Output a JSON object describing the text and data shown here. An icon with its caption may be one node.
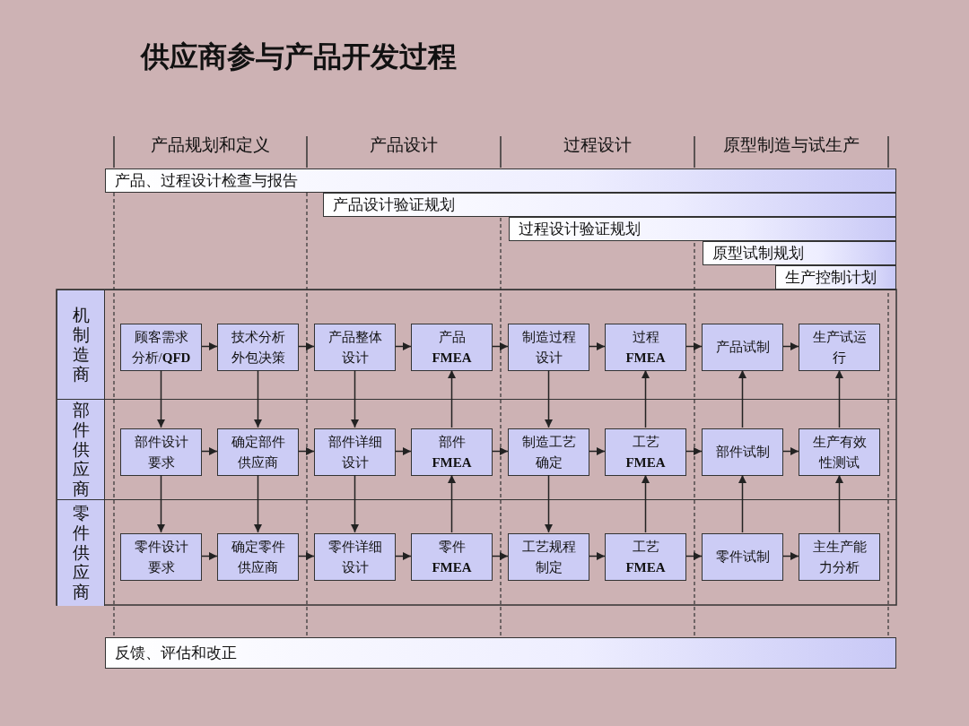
{
  "diagram": {
    "title": "供应商参与产品开发过程",
    "nodes": [
      {
        "text": [
          "产品、过程设计检查与报告"
        ]
      },
      {
        "text": [
          "产品设计验证规划"
        ]
      },
      {
        "text": [
          "过程设计验证规划"
        ]
      },
      {
        "text": [
          "原型试制规划"
        ]
      },
      {
        "text": [
          "生产控制计划"
        ]
      },
      {
        "text": [
          "机制造商"
        ]
      },
      {
        "text": [
          "顾客需求分析/QFD"
        ],
        "in": 5
      },
      {
        "text": [
          "技术分析外包决策"
        ],
        "in": 5
      },
      {
        "text": [
          "产品整体设计"
        ],
        "in": 5
      },
      {
        "text": [
          "产品FMEA"
        ],
        "in": 5
      },
      {
        "text": [
          "制造过程设计"
        ],
        "in": 5
      },
      {
        "text": [
          "过程FMEA"
        ],
        "in": 5
      },
      {
        "text": [
          "产品试制"
        ],
        "in": 5
      },
      {
        "text": [
          "生产试运行"
        ],
        "in": 5
      },
      {
        "text": [
          "部件供应商"
        ]
      },
      {
        "text": [
          "部件设计要求"
        ],
        "in": 14
      },
      {
        "text": [
          "确定部件供应商"
        ],
        "in": 14
      },
      {
        "text": [
          "部件详细设计"
        ],
        "in": 14
      },
      {
        "text": [
          "部件FMEA"
        ],
        "in": 14
      },
      {
        "text": [
          "制造工艺确定"
        ],
        "in": 14
      },
      {
        "text": [
          "工艺FMEA"
        ],
        "in": 14
      },
      {
        "text": [
          "部件试制"
        ],
        "in": 14
      },
      {
        "text": [
          "生产有效性测试"
        ],
        "in": 14
      },
      {
        "text": [
          "零件供应商"
        ]
      },
      {
        "text": [
          "零件设计要求"
        ],
        "in": 23
      },
      {
        "text": [
          "确定零件供应商"
        ],
        "in": 23
      },
      {
        "text": [
          "零件详细设计"
        ],
        "in": 23
      },
      {
        "text": [
          "零件FMEA"
        ],
        "in": 23
      },
      {
        "text": [
          "工艺规程制定"
        ],
        "in": 23
      },
      {
        "text": [
          "工艺FMEA"
        ],
        "in": 23
      },
      {
        "text": [
          "零件试制"
        ],
        "in": 23
      },
      {
        "text": [
          "主生产能力分析"
        ],
        "in": 23
      },
      {
        "text": [
          "反馈、评估和改正"
        ]
      }
    ],
    "edges": [
      {
        "from": 6,
        "to": 7,
        "arrow": "to"
      },
      {
        "from": 7,
        "to": 8,
        "arrow": "to"
      },
      {
        "from": 8,
        "to": 9,
        "arrow": "to"
      },
      {
        "from": 9,
        "to": 10,
        "arrow": "to"
      },
      {
        "from": 10,
        "to": 11,
        "arrow": "to"
      },
      {
        "from": 11,
        "to": 12,
        "arrow": "to"
      },
      {
        "from": 12,
        "to": 13,
        "arrow": "to"
      },
      {
        "from": 15,
        "to": 16,
        "arrow": "to"
      },
      {
        "from": 16,
        "to": 17,
        "arrow": "to"
      },
      {
        "from": 17,
        "to": 18,
        "arrow": "to"
      },
      {
        "from": 18,
        "to": 19,
        "arrow": "to"
      },
      {
        "from": 19,
        "to": 20,
        "arrow": "to"
      },
      {
        "from": 20,
        "to": 21,
        "arrow": "to"
      },
      {
        "from": 21,
        "to": 22,
        "arrow": "to"
      },
      {
        "from": 24,
        "to": 25,
        "arrow": "to"
      },
      {
        "from": 25,
        "to": 26,
        "arrow": "to"
      },
      {
        "from": 26,
        "to": 27,
        "arrow": "to"
      },
      {
        "from": 27,
        "to": 28,
        "arrow": "to"
      },
      {
        "from": 28,
        "to": 29,
        "arrow": "to"
      },
      {
        "from": 29,
        "to": 30,
        "arrow": "to"
      },
      {
        "from": 30,
        "to": 31,
        "arrow": "to"
      },
      {
        "from": 6,
        "to": 15,
        "arrow": "to"
      },
      {
        "from": 15,
        "to": 24,
        "arrow": "to"
      },
      {
        "from": 7,
        "to": 16,
        "arrow": "to"
      },
      {
        "from": 16,
        "to": 25,
        "arrow": "to"
      },
      {
        "from": 8,
        "to": 17,
        "arrow": "to"
      },
      {
        "from": 17,
        "to": 26,
        "arrow": "to"
      },
      {
        "from": 27,
        "to": 18,
        "arrow": "to"
      },
      {
        "from": 18,
        "to": 9,
        "arrow": "to"
      },
      {
        "from": 10,
        "to": 19,
        "arrow": "to"
      },
      {
        "from": 19,
        "to": 28,
        "arrow": "to"
      },
      {
        "from": 29,
        "to": 20,
        "arrow": "to"
      },
      {
        "from": 20,
        "to": 11,
        "arrow": "to"
      },
      {
        "from": 30,
        "to": 21,
        "arrow": "to"
      },
      {
        "from": 21,
        "to": 12,
        "arrow": "to"
      },
      {
        "from": 31,
        "to": 22,
        "arrow": "to"
      },
      {
        "from": 22,
        "to": 13,
        "arrow": "to"
      }
    ],
    "labels": [
      "产品规划和定义",
      "产品设计",
      "过程设计",
      "原型制造与试生产"
    ]
  }
}
